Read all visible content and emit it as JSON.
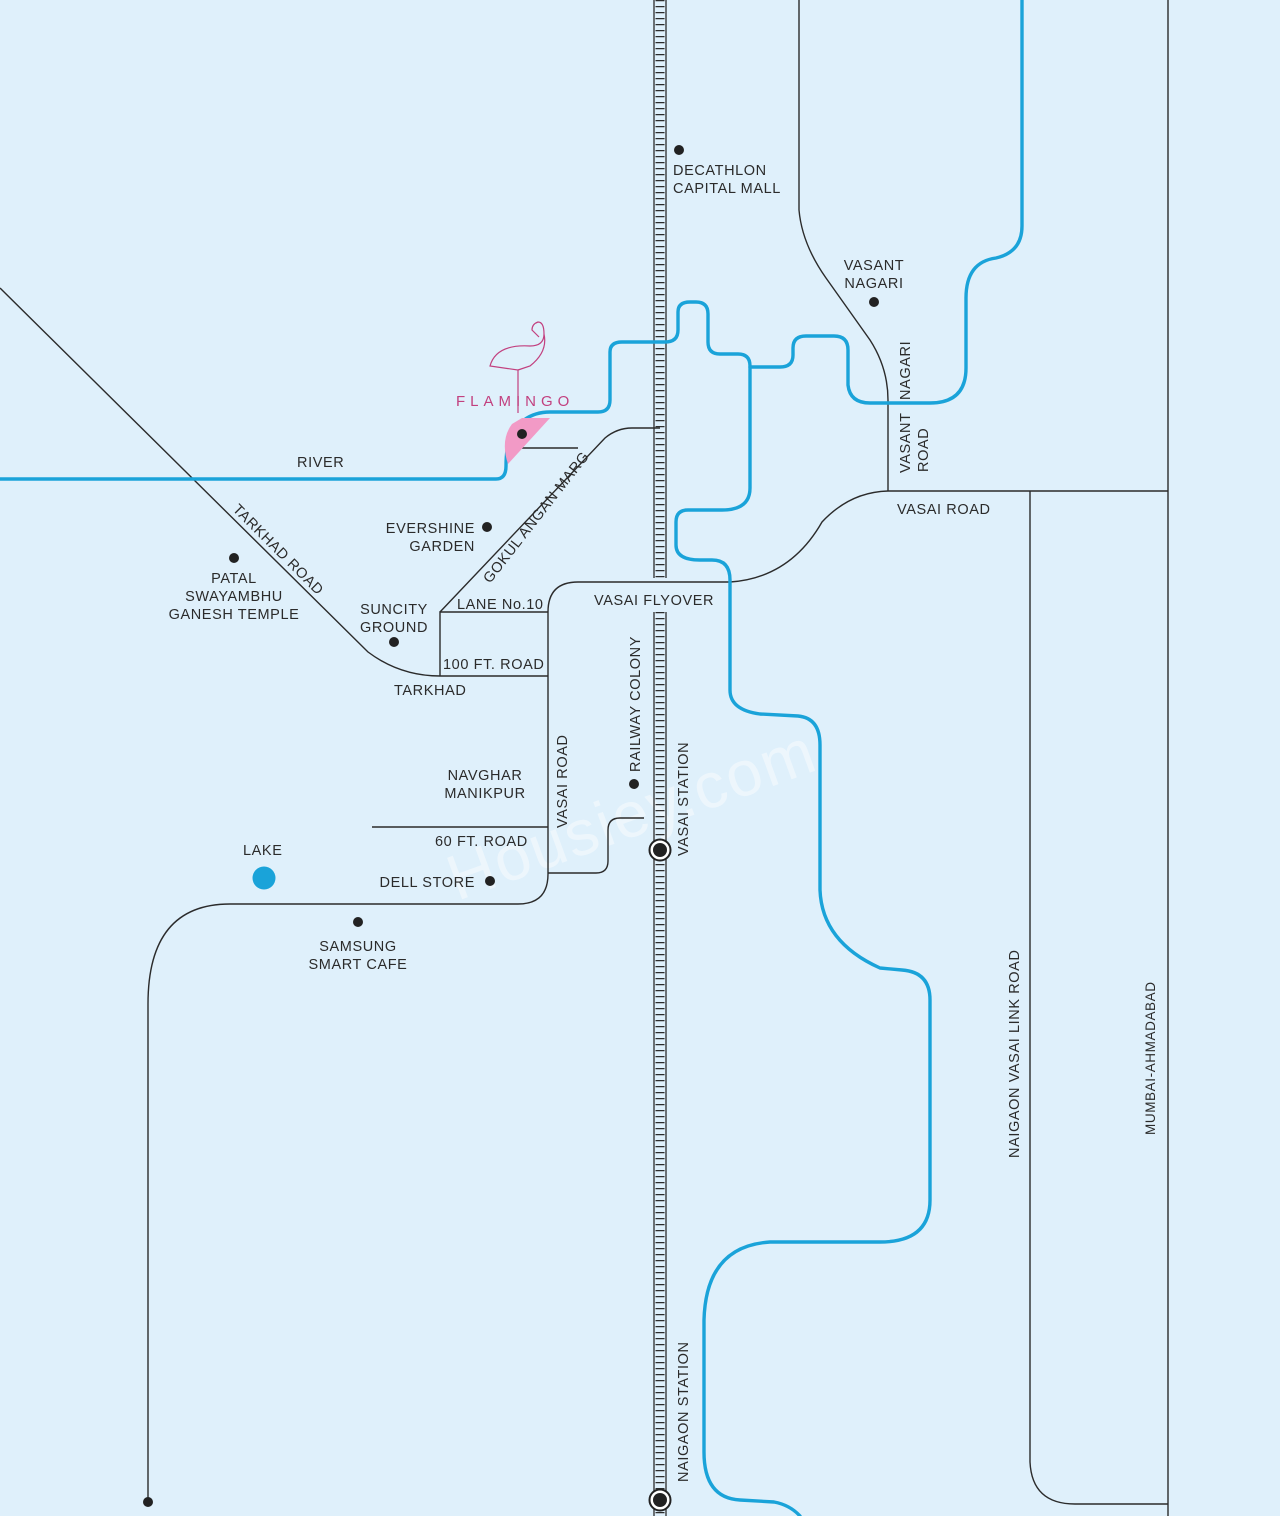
{
  "colors": {
    "background": "#dff0fb",
    "river": "#1aa3d9",
    "road": "#2b2b2b",
    "site": "#f29ac6",
    "brand": "#c2407f",
    "lake": "#1aa3d9"
  },
  "brand": {
    "name": "FLAMINGO",
    "icon": "flamingo-icon"
  },
  "watermark": "Housiey.com",
  "labels": {
    "river": "RIVER",
    "tarkhad_road": "TARKHAD ROAD",
    "gokul_angan_marg": "GOKUL ANGAN MARG",
    "lane_10": "LANE No.10",
    "road_100ft": "100 FT. ROAD",
    "tarkhad": "TARKHAD",
    "vasai_flyover": "VASAI FLYOVER",
    "vasai_road_main": "VASAI ROAD",
    "vasai_road_vertical": "VASAI ROAD",
    "vasant_nagari_road": [
      "VASANT",
      "NAGARI",
      "ROAD"
    ],
    "railway_colony": "RAILWAY COLONY",
    "vasai_station": "VASAI STATION",
    "naigaon_station": "NAIGAON STATION",
    "road_60ft": "60 FT. ROAD",
    "naigaon_vasai_link_road": "NAIGAON VASAI LINK ROAD",
    "mumbai_ahmadabad": "MUMBAI-AHMADABAD",
    "lake": "LAKE"
  },
  "landmarks": {
    "decathlon": [
      "DECATHLON",
      "CAPITAL MALL"
    ],
    "vasant_nagari": [
      "VASANT",
      "NAGARI"
    ],
    "evershine": [
      "EVERSHINE",
      "GARDEN"
    ],
    "patal": [
      "PATAL",
      "SWAYAMBHU",
      "GANESH TEMPLE"
    ],
    "suncity": [
      "SUNCITY",
      "GROUND"
    ],
    "navghar": [
      "NAVGHAR",
      "MANIKPUR"
    ],
    "dell": "DELL STORE",
    "samsung": [
      "SAMSUNG",
      "SMART CAFE"
    ]
  }
}
